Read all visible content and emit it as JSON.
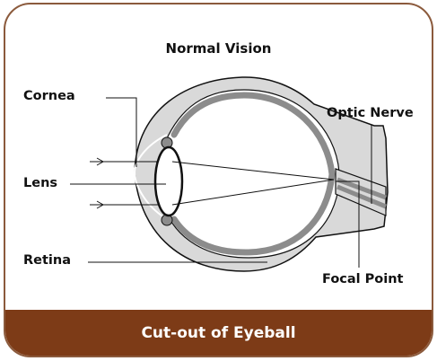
{
  "title": "Normal Vision",
  "labels": {
    "cornea": "Cornea",
    "lens": "Lens",
    "retina": "Retina",
    "optic_nerve": "Optic Nerve",
    "focal_point": "Focal Point"
  },
  "footer": "Cut-out of Eyeball",
  "colors": {
    "frame_border": "#8b5a3c",
    "footer_bg": "#7d3b17",
    "eye_outer": "#d9d9d9",
    "eye_inner": "#8c8c8c"
  }
}
